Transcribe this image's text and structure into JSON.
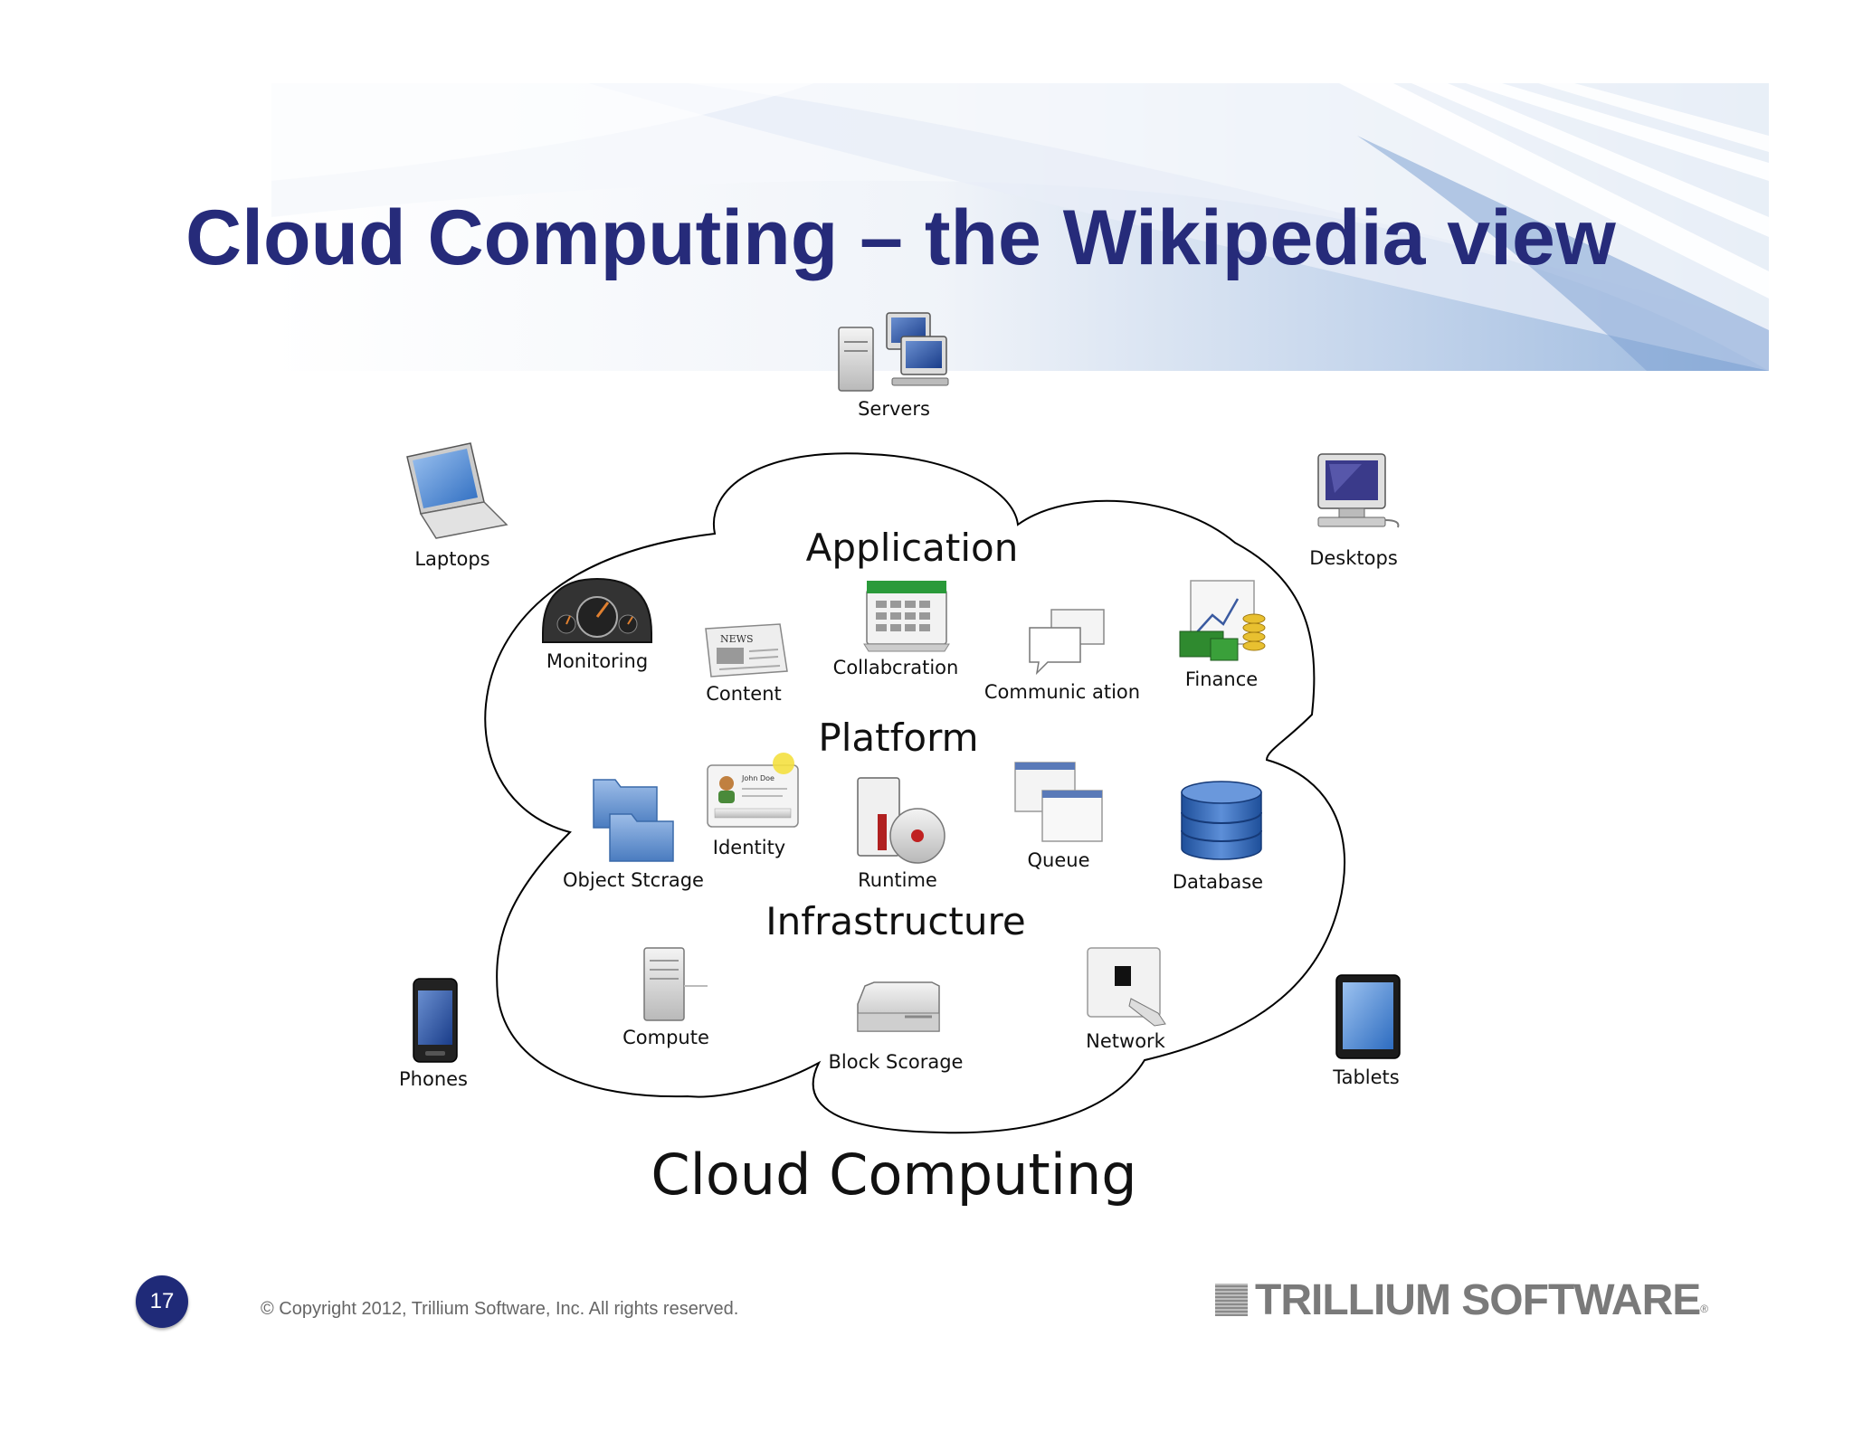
{
  "slide": {
    "title": "Cloud Computing – the Wikipedia view",
    "page_number": "17",
    "copyright": "© Copyright 2012, Trillium Software, Inc. All rights reserved.",
    "logo_text": "TRILLIUM SOFTWARE",
    "logo_mark": "®"
  },
  "diagram": {
    "cloud_label": "Cloud Computing",
    "layers": {
      "application": "Application",
      "platform": "Platform",
      "infrastructure": "Infrastructure"
    },
    "devices": {
      "servers": "Servers",
      "laptops": "Laptops",
      "desktops": "Desktops",
      "phones": "Phones",
      "tablets": "Tablets"
    },
    "application_items": {
      "monitoring": "Monitoring",
      "content": "Content",
      "collaboration": "Collabcration",
      "communication": "Communic ation",
      "finance": "Finance"
    },
    "platform_items": {
      "object_storage": "Object Stcrage",
      "identity": "Identity",
      "runtime": "Runtime",
      "queue": "Queue",
      "database": "Database"
    },
    "infrastructure_items": {
      "compute": "Compute",
      "block_storage": "Block Scorage",
      "network": "Network"
    },
    "icon_texts": {
      "news": "NEWS",
      "identity_name": "John Doe"
    }
  },
  "colors": {
    "title": "#262b7a",
    "badge": "#1f2a78",
    "logo": "#7a7a7a",
    "banner_blue": "#8fb0da"
  }
}
